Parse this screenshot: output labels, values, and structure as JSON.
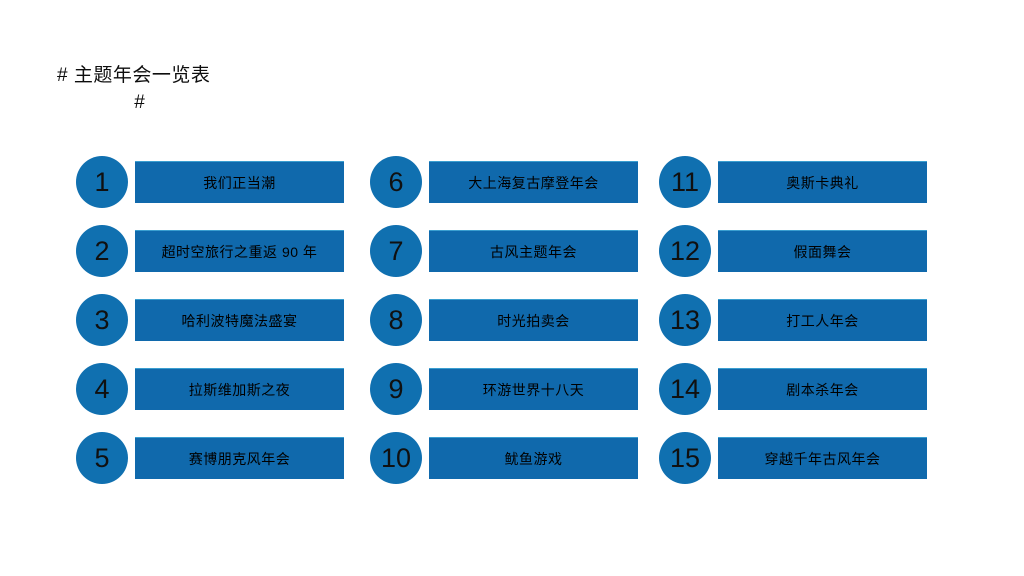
{
  "title": {
    "line1": "# 主题年会一览表",
    "line2": "#"
  },
  "colors": {
    "background": "#ffffff",
    "badge_blue": "#1070b0",
    "bar_blue": "#1069ac",
    "bar_top_highlight": "#3a9ed0",
    "number_text": "#101010",
    "label_text": "#000000",
    "title_text": "#0d0d0d"
  },
  "columns": [
    {
      "id": "column-1",
      "items": [
        {
          "number": "1",
          "label": "我们正当潮"
        },
        {
          "number": "2",
          "label": "超时空旅行之重返 90 年"
        },
        {
          "number": "3",
          "label": "哈利波特魔法盛宴"
        },
        {
          "number": "4",
          "label": "拉斯维加斯之夜"
        },
        {
          "number": "5",
          "label": "赛博朋克风年会"
        }
      ]
    },
    {
      "id": "column-2",
      "items": [
        {
          "number": "6",
          "label": "大上海复古摩登年会"
        },
        {
          "number": "7",
          "label": "古风主题年会"
        },
        {
          "number": "8",
          "label": "时光拍卖会"
        },
        {
          "number": "9",
          "label": "环游世界十八天"
        },
        {
          "number": "10",
          "label": "鱿鱼游戏"
        }
      ]
    },
    {
      "id": "column-3",
      "items": [
        {
          "number": "11",
          "label": "奥斯卡典礼"
        },
        {
          "number": "12",
          "label": "假面舞会"
        },
        {
          "number": "13",
          "label": "打工人年会"
        },
        {
          "number": "14",
          "label": "剧本杀年会"
        },
        {
          "number": "15",
          "label": "穿越千年古风年会"
        }
      ]
    }
  ]
}
